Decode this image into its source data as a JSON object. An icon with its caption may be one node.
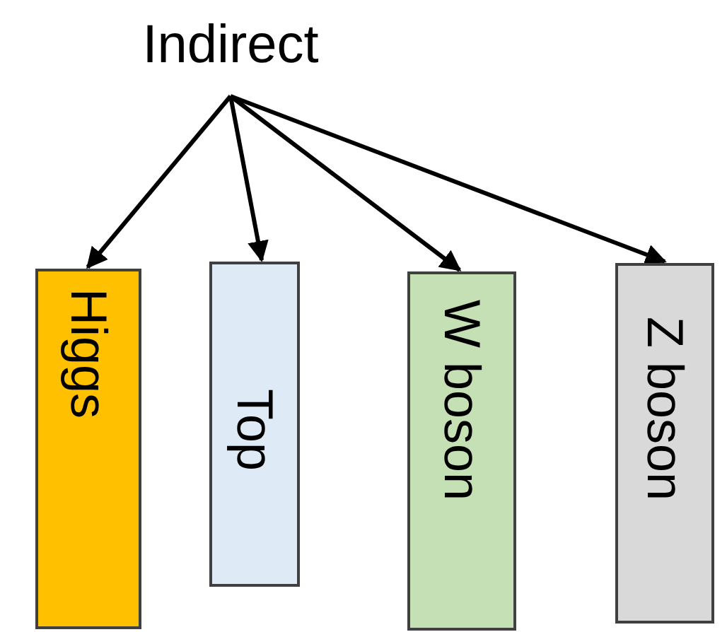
{
  "diagram": {
    "nodes": [
      {
        "text": [
          "Indirect"
        ]
      },
      {
        "text": [
          "Higgs"
        ]
      },
      {
        "text": [
          "Top"
        ]
      },
      {
        "text": [
          "W boson"
        ]
      },
      {
        "text": [
          "Z boson"
        ]
      }
    ],
    "edges": [
      {
        "from": 0,
        "to": 1,
        "arrow": "to"
      },
      {
        "from": 0,
        "to": 2,
        "arrow": "to"
      },
      {
        "from": 0,
        "to": 3,
        "arrow": "to"
      },
      {
        "from": 0,
        "to": 4,
        "arrow": "to"
      }
    ]
  }
}
